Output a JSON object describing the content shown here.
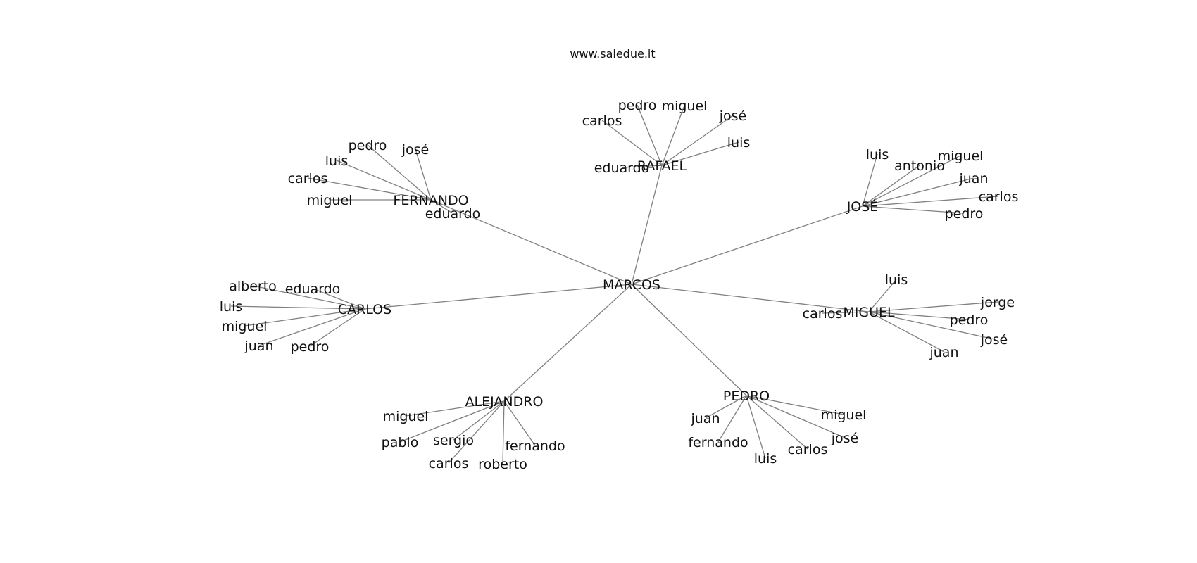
{
  "title": "www.saiedue.it",
  "edge_color": "#808080",
  "text_color": "#111111",
  "center": "MARCOS",
  "hubs": [
    {
      "name": "FERNANDO",
      "leaves": [
        "pedro",
        "josé",
        "luis",
        "carlos",
        "miguel",
        "eduardo"
      ]
    },
    {
      "name": "RAFAEL",
      "leaves": [
        "pedro",
        "miguel",
        "carlos",
        "josé",
        "luis",
        "eduardo"
      ]
    },
    {
      "name": "JOSÉ",
      "leaves": [
        "luis",
        "antonio",
        "miguel",
        "juan",
        "carlos",
        "pedro"
      ]
    },
    {
      "name": "CARLOS",
      "leaves": [
        "alberto",
        "eduardo",
        "luis",
        "miguel",
        "juan",
        "pedro"
      ]
    },
    {
      "name": "MIGUEL",
      "leaves": [
        "luis",
        "jorge",
        "carlos",
        "pedro",
        "josé",
        "juan"
      ]
    },
    {
      "name": "ALEJANDRO",
      "leaves": [
        "miguel",
        "pablo",
        "sergio",
        "fernando",
        "carlos",
        "roberto"
      ]
    },
    {
      "name": "PEDRO",
      "leaves": [
        "juan",
        "miguel",
        "fernando",
        "josé",
        "carlos",
        "luis"
      ]
    }
  ]
}
